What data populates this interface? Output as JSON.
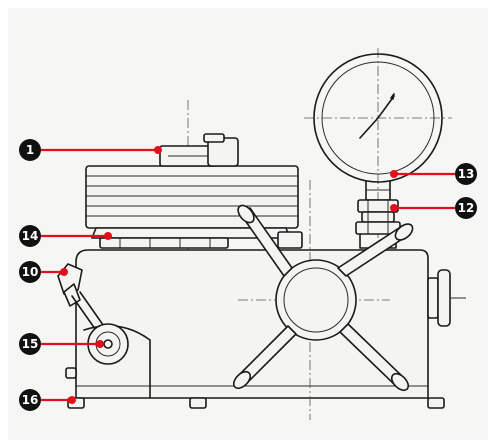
{
  "colors": {
    "callout": "#e3101b",
    "ink": "#1a1a1a",
    "badge": "#111111",
    "background": "#ffffff",
    "frame": "#f2f2f0"
  },
  "callouts": [
    {
      "id": "1",
      "label": "1"
    },
    {
      "id": "13",
      "label": "13"
    },
    {
      "id": "12",
      "label": "12"
    },
    {
      "id": "14",
      "label": "14"
    },
    {
      "id": "10",
      "label": "10"
    },
    {
      "id": "15",
      "label": "15"
    },
    {
      "id": "16",
      "label": "16"
    }
  ]
}
